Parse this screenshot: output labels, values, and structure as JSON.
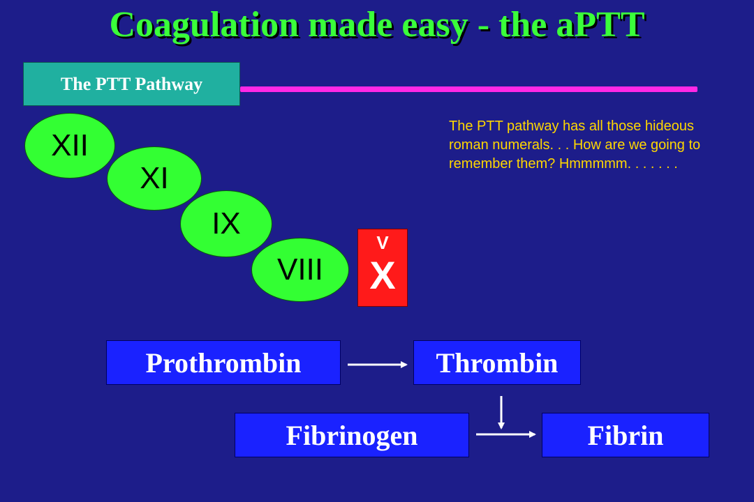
{
  "title": "Coagulation made easy - the aPTT",
  "section_tag": "The PTT Pathway",
  "factors": {
    "xii": "XII",
    "xi": "XI",
    "ix": "IX",
    "viii": "VIII",
    "v": "V",
    "x": "X"
  },
  "note": "The PTT pathway has all those hideous roman numerals. . . How are we going to remember them?  Hmmmmm. . . . . . .",
  "cascade": {
    "prothrombin": "Prothrombin",
    "thrombin": "Thrombin",
    "fibrinogen": "Fibrinogen",
    "fibrin": "Fibrin"
  },
  "colors": {
    "background": "#1d1d8a",
    "title": "#3aff3a",
    "oval": "#33ff33",
    "tag": "#20b0a0",
    "line": "#ff28e6",
    "factor_box": "#ff1a1a",
    "node": "#1a22ff",
    "note": "#ffd700"
  }
}
